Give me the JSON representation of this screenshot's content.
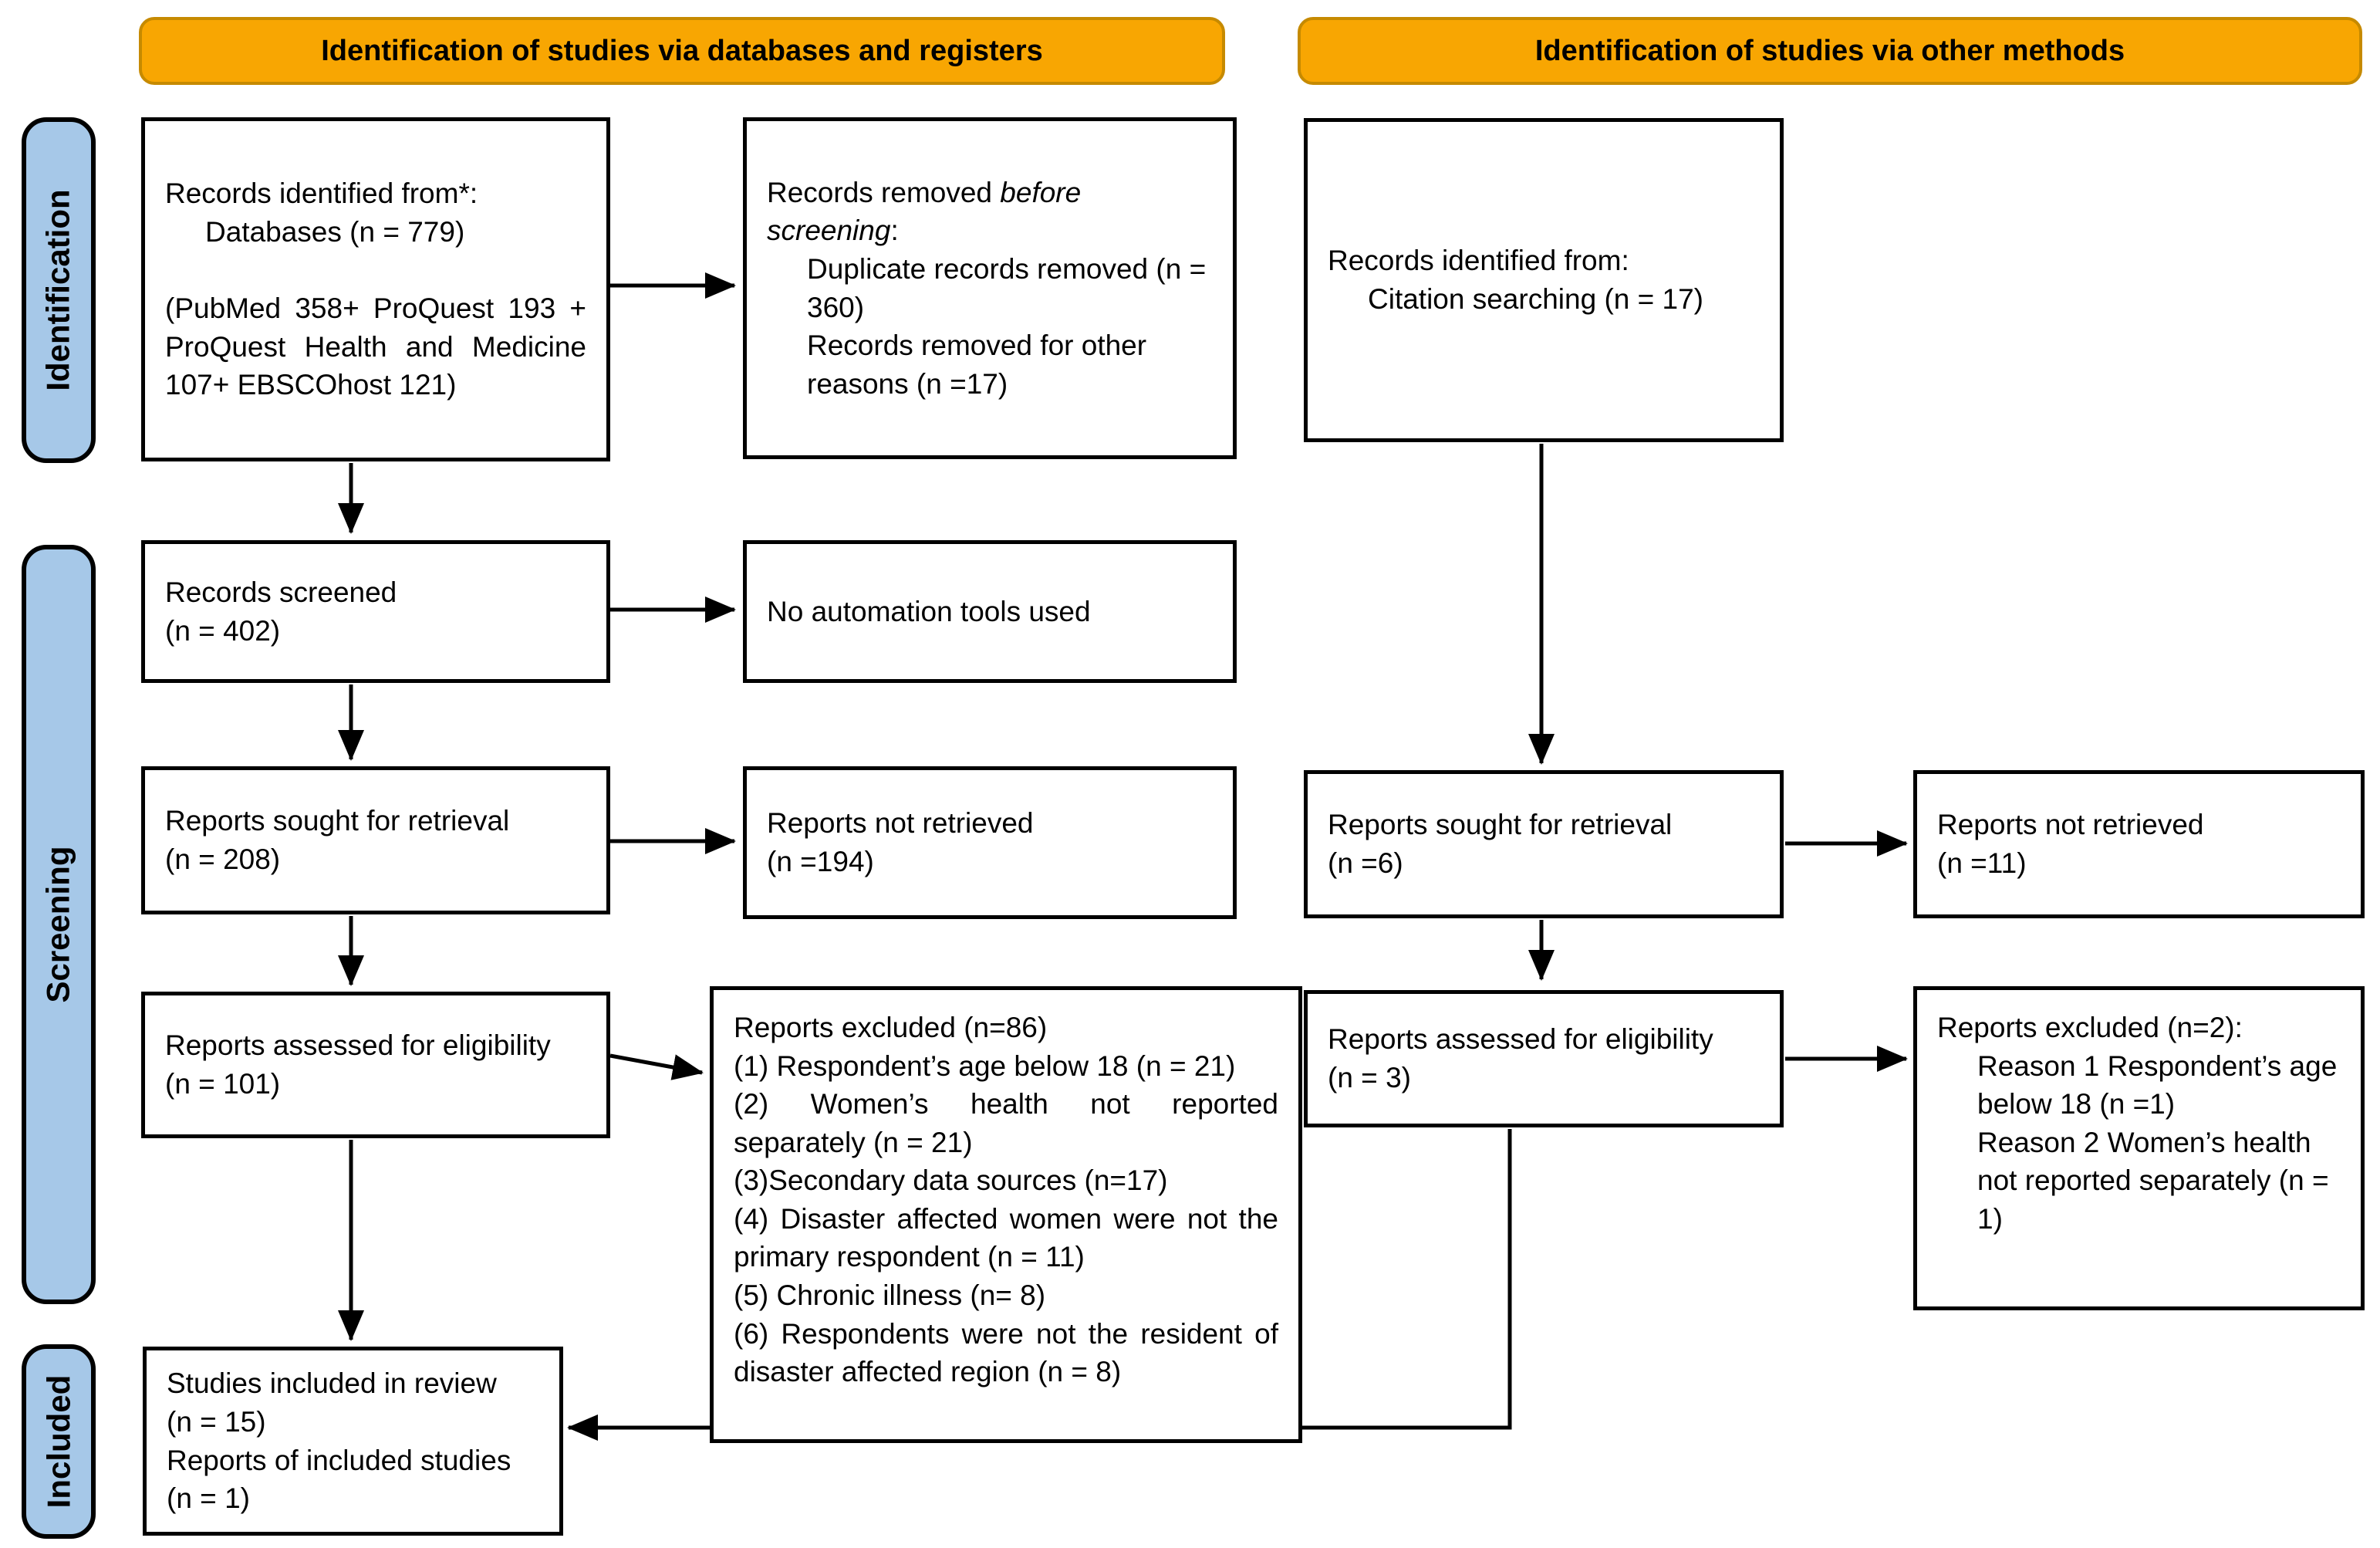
{
  "banners": {
    "left": "Identification of studies via databases and registers",
    "right": "Identification of studies via other methods"
  },
  "sidebar": {
    "identification": "Identification",
    "screening": "Screening",
    "included": "Included"
  },
  "boxes": {
    "records_identified": {
      "line1": "Records identified from*:",
      "line2": "Databases (n = 779)",
      "line3": "(PubMed 358+ ProQuest 193 + ProQuest Health and Medicine 107+ EBSCOhost 121)"
    },
    "records_removed": {
      "line1_normal": "Records removed ",
      "line1_italic": "before screening",
      "line1_colon": ":",
      "item1": "Duplicate records removed (n = 360)",
      "item2": "Records removed for other reasons (n =17)"
    },
    "records_identified_other": {
      "line1": "Records identified from:",
      "line2": "Citation searching (n = 17)"
    },
    "records_screened": {
      "line1": "Records screened",
      "line2": "(n = 402)"
    },
    "no_automation": {
      "line1": "No automation tools used"
    },
    "reports_sought_db": {
      "line1": "Reports sought for retrieval",
      "line2": "(n = 208)"
    },
    "reports_not_retrieved_db": {
      "line1": "Reports not retrieved",
      "line2": "(n =194)"
    },
    "reports_sought_other": {
      "line1": "Reports sought for retrieval",
      "line2": "(n =6)"
    },
    "reports_not_retrieved_other": {
      "line1": "Reports not retrieved",
      "line2": "(n =11)"
    },
    "reports_assessed_db": {
      "line1": "Reports assessed for eligibility",
      "line2": "(n = 101)"
    },
    "reports_excluded_db": {
      "title": "Reports excluded (n=86)",
      "reasons": [
        "(1) Respondent’s age below 18 (n = 21)",
        "(2) Women’s health not reported separately (n = 21)",
        "(3)Secondary data sources (n=17)",
        " (4) Disaster affected women were not the primary respondent (n = 11)",
        "(5) Chronic illness (n= 8)",
        "(6) Respondents were not the resident of disaster affected region (n = 8)"
      ]
    },
    "reports_assessed_other": {
      "line1": "Reports assessed for eligibility",
      "line2": "(n = 3)"
    },
    "reports_excluded_other": {
      "title": "Reports excluded (n=2):",
      "reason1": "Reason 1 Respondent’s age below 18 (n =1)",
      "reason2": "Reason 2 Women’s health not reported separately (n = 1)"
    },
    "studies_included": {
      "line1": "Studies included in review",
      "line2": "(n = 15)",
      "line3": "Reports of included studies",
      "line4": "(n = 1)"
    }
  },
  "colors": {
    "banner": "#F8A602",
    "banner_border": "#C68A00",
    "sidebar": "#A6C8E8"
  }
}
